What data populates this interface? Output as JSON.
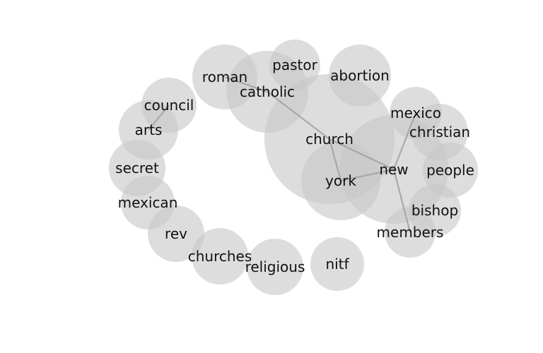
{
  "graph": {
    "nodes": [
      {
        "id": "church",
        "label": "church"
      },
      {
        "id": "new",
        "label": "new"
      },
      {
        "id": "york",
        "label": "york"
      },
      {
        "id": "catholic",
        "label": "catholic"
      },
      {
        "id": "roman",
        "label": "roman"
      },
      {
        "id": "pastor",
        "label": "pastor"
      },
      {
        "id": "abortion",
        "label": "abortion"
      },
      {
        "id": "mexico",
        "label": "mexico"
      },
      {
        "id": "christian",
        "label": "christian"
      },
      {
        "id": "people",
        "label": "people"
      },
      {
        "id": "bishop",
        "label": "bishop"
      },
      {
        "id": "members",
        "label": "members"
      },
      {
        "id": "nitf",
        "label": "nitf"
      },
      {
        "id": "religious",
        "label": "religious"
      },
      {
        "id": "churches",
        "label": "churches"
      },
      {
        "id": "rev",
        "label": "rev"
      },
      {
        "id": "mexican",
        "label": "mexican"
      },
      {
        "id": "secret",
        "label": "secret"
      },
      {
        "id": "arts",
        "label": "arts"
      },
      {
        "id": "council",
        "label": "council"
      }
    ],
    "edges": [
      {
        "source": "roman",
        "target": "catholic"
      },
      {
        "source": "catholic",
        "target": "church"
      },
      {
        "source": "church",
        "target": "new"
      },
      {
        "source": "church",
        "target": "york"
      },
      {
        "source": "york",
        "target": "new"
      },
      {
        "source": "new",
        "target": "mexico"
      },
      {
        "source": "new",
        "target": "members"
      },
      {
        "source": "arts",
        "target": "council"
      }
    ]
  }
}
